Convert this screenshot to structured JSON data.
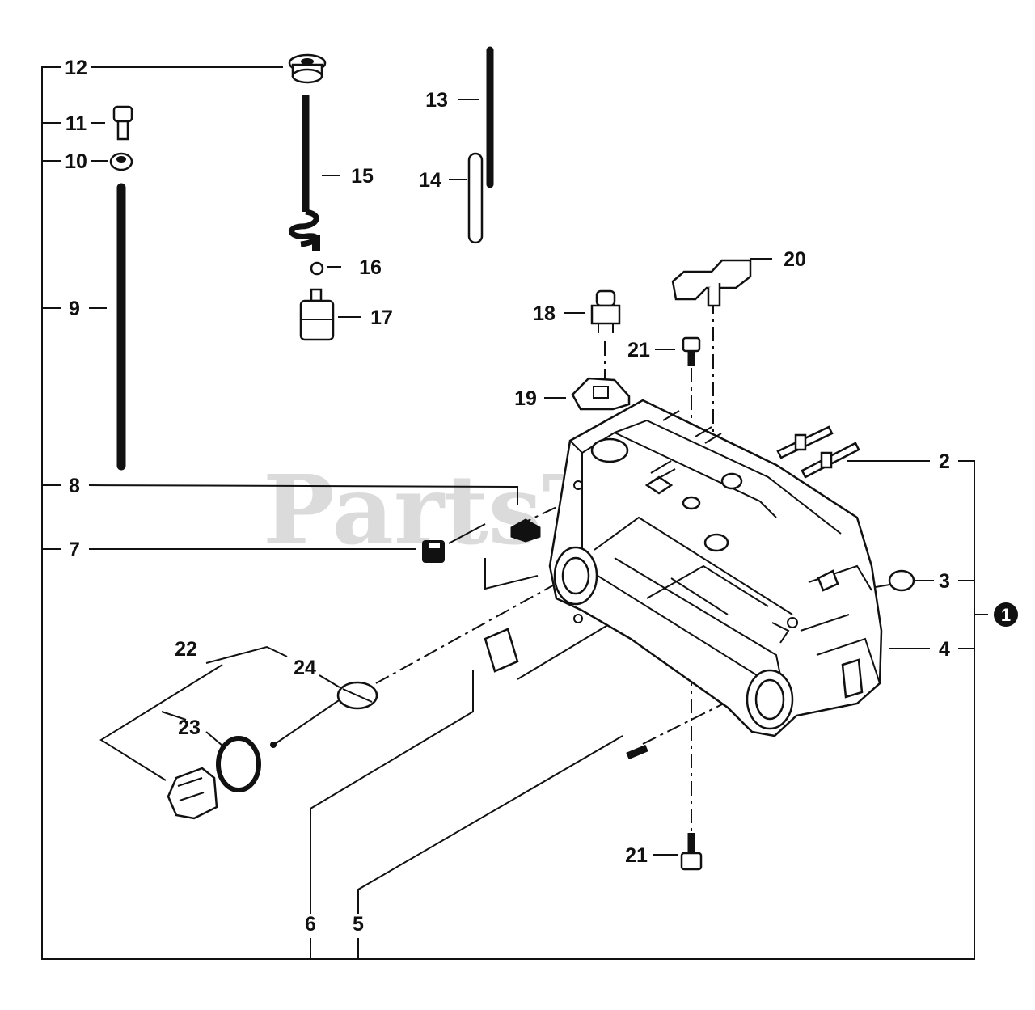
{
  "watermark": "PartsTree",
  "assembly_marker": "1",
  "callouts": [
    {
      "id": "c12",
      "label": "12"
    },
    {
      "id": "c11",
      "label": "11"
    },
    {
      "id": "c10",
      "label": "10"
    },
    {
      "id": "c9",
      "label": "9"
    },
    {
      "id": "c8",
      "label": "8"
    },
    {
      "id": "c7",
      "label": "7"
    },
    {
      "id": "c15",
      "label": "15"
    },
    {
      "id": "c16",
      "label": "16"
    },
    {
      "id": "c17",
      "label": "17"
    },
    {
      "id": "c13",
      "label": "13"
    },
    {
      "id": "c14",
      "label": "14"
    },
    {
      "id": "c20",
      "label": "20"
    },
    {
      "id": "c18",
      "label": "18"
    },
    {
      "id": "c21a",
      "label": "21"
    },
    {
      "id": "c19",
      "label": "19"
    },
    {
      "id": "c2",
      "label": "2"
    },
    {
      "id": "c3",
      "label": "3"
    },
    {
      "id": "c4",
      "label": "4"
    },
    {
      "id": "c22",
      "label": "22"
    },
    {
      "id": "c24",
      "label": "24"
    },
    {
      "id": "c23",
      "label": "23"
    },
    {
      "id": "c21b",
      "label": "21"
    },
    {
      "id": "c6",
      "label": "6"
    },
    {
      "id": "c5",
      "label": "5"
    }
  ]
}
